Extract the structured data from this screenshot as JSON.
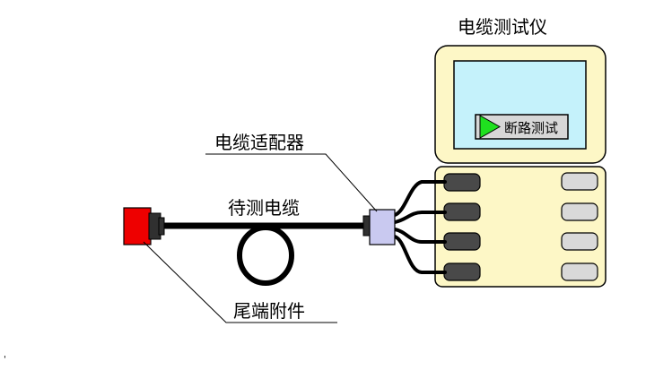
{
  "labels": {
    "tester_title": "电缆测试仪",
    "adapter": "电缆适配器",
    "cable": "待测电缆",
    "terminator": "尾端附件",
    "test_button": "断路测试",
    "corner_mark": "'"
  },
  "colors": {
    "tester_body": "#fdf7c6",
    "screen": "#c5f2fb",
    "button_face": "#d7d7d7",
    "play_icon": "#1fe01f",
    "left_ports": "#494949",
    "right_ports": "#d9d9d9",
    "adapter": "#c9c9f0",
    "terminator": "#ee0000",
    "cable": "#000000"
  },
  "icons": {
    "test_button_icon": "play-triangle-icon"
  }
}
